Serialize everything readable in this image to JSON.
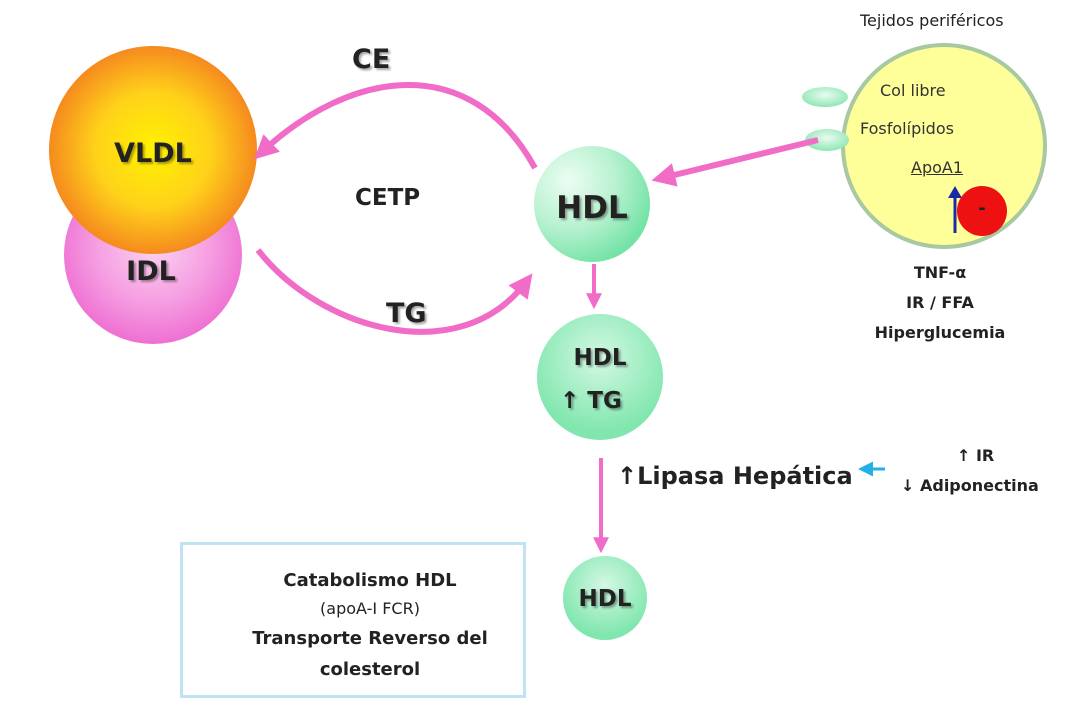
{
  "colors": {
    "arrow_pink": "#f06cc7",
    "hdl_green": "#86e8b4",
    "vldl_orange": "#f79a22",
    "vldl_yellow": "#fff200",
    "idl_pink": "#f37ed8",
    "tissue_fill": "#ffff99",
    "tissue_border": "#a8c8a0",
    "apoa1_red": "#ee1111",
    "up_arrow_blue": "#1c2aa6",
    "light_blue_arrow": "#22b0e6",
    "panel_border": "#bfe3f3"
  },
  "particles": {
    "vldl": "VLDL",
    "idl": "IDL",
    "hdl_main": "HDL",
    "hdl_tg_title": "HDL",
    "hdl_tg_sub": "↑ TG",
    "hdl_small": "HDL"
  },
  "labels": {
    "ce": "CE",
    "cetp": "CETP",
    "tg": "TG",
    "tissue_title": "Tejidos periféricos",
    "col_libre": "Col libre",
    "fosfolipidos": "Fosfolípidos",
    "apoa1": "ApoA1",
    "minus": "-",
    "tnf": "TNF-α",
    "ir_ffa": "IR / FFA",
    "hiperglucemia": "Hiperglucemia",
    "lipasa": "↑Lipasa Hepática",
    "ir_up": "↑ IR",
    "adiponectina": "↓ Adiponectina"
  },
  "legend": {
    "catabolismo": "Catabolismo HDL",
    "apoa_fcr": "(apoA-I FCR)",
    "transporte_line1": "Transporte Reverso del",
    "transporte_line2": "colesterol"
  }
}
